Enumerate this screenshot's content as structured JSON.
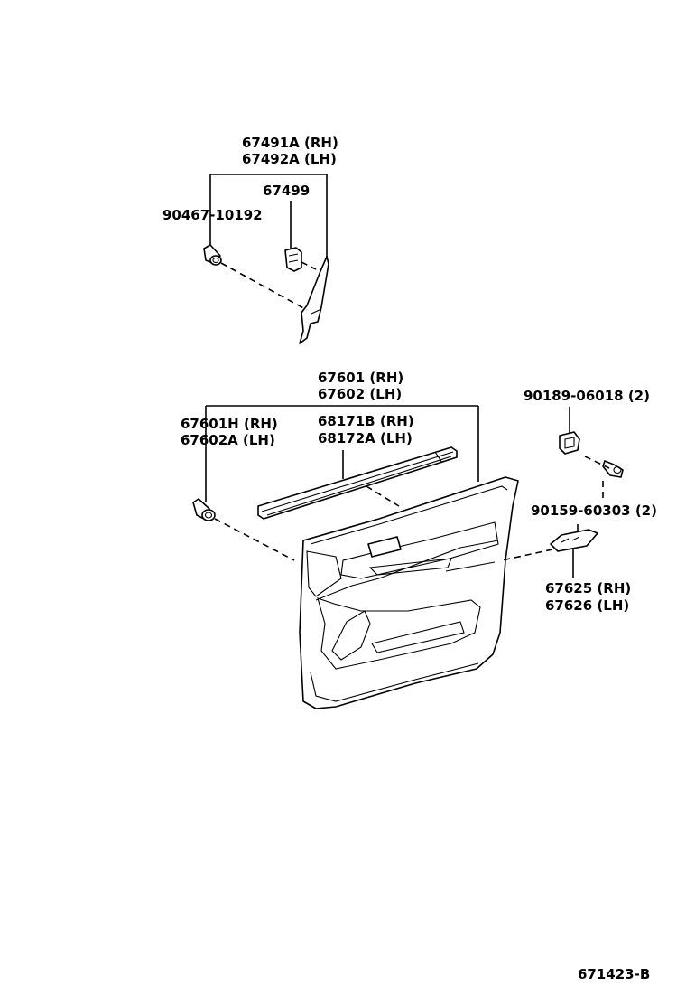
{
  "labels": {
    "p67491A": "67491A (RH)",
    "p67492A": "67492A (LH)",
    "p67499": "67499",
    "p90467": "90467-10192",
    "p67601": "67601 (RH)",
    "p67602": "67602 (LH)",
    "p67601H": "67601H (RH)",
    "p67602A": "67602A (LH)",
    "p68171B": "68171B (RH)",
    "p68172A": "68172A (LH)",
    "p90189": "90189-06018 (2)",
    "p90159": "90159-60303 (2)",
    "p67625": "67625 (RH)",
    "p67626": "67626 (LH)",
    "diagram_id": "671423-B"
  }
}
